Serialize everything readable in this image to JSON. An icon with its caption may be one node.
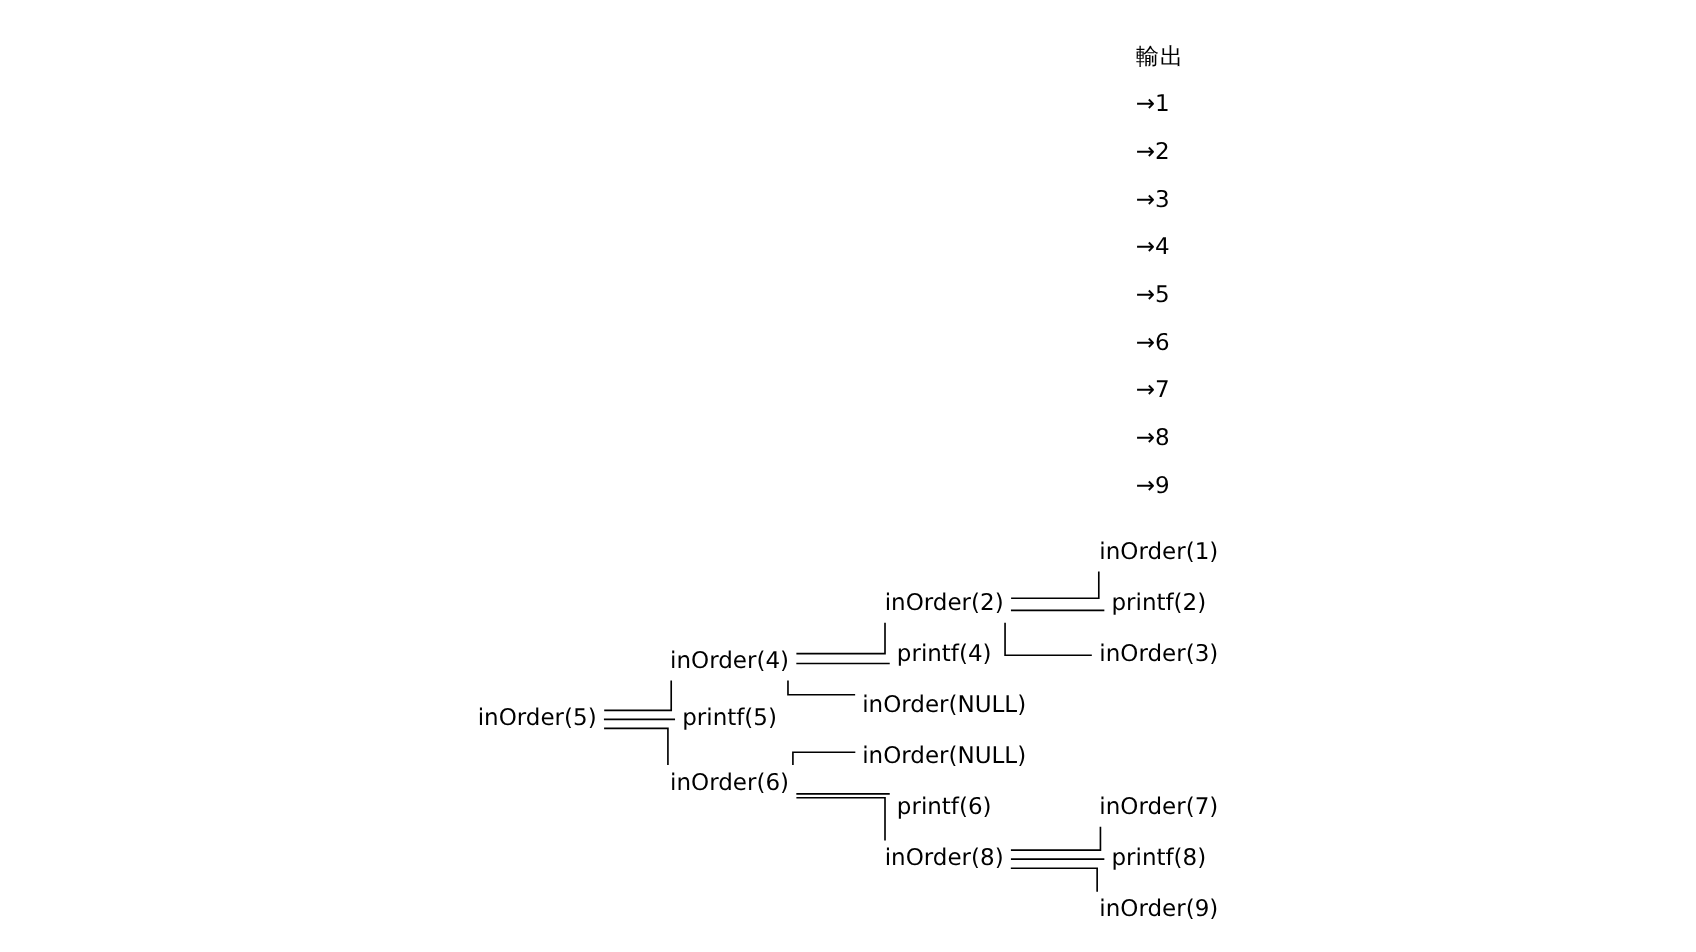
{
  "diagram": {
    "nodes": [
      {
        "text": [
          "inOrder(5)"
        ]
      },
      {
        "text": [
          "inOrder(4)"
        ]
      },
      {
        "text": [
          "inOrder(2)"
        ]
      },
      {
        "text": [
          "inOrder(1)"
        ]
      },
      {
        "text": [
          "printf(2)"
        ]
      },
      {
        "text": [
          "inOrder(3)"
        ]
      },
      {
        "text": [
          "printf(4)"
        ]
      },
      {
        "text": [
          "inOrder(NULL)"
        ]
      },
      {
        "text": [
          "printf(5)"
        ]
      },
      {
        "text": [
          "inOrder(6)"
        ]
      },
      {
        "text": [
          "inOrder(NULL)"
        ]
      },
      {
        "text": [
          "printf(6)"
        ]
      },
      {
        "text": [
          "inOrder(8)"
        ]
      },
      {
        "text": [
          "inOrder(7)"
        ]
      },
      {
        "text": [
          "printf(8)"
        ]
      },
      {
        "text": [
          "inOrder(9)"
        ]
      }
    ],
    "edges": [
      {
        "from": 0,
        "to": 1,
        "arrow": "none"
      },
      {
        "from": 0,
        "to": 8,
        "arrow": "none"
      },
      {
        "from": 0,
        "to": 9,
        "arrow": "none"
      },
      {
        "from": 1,
        "to": 2,
        "arrow": "none"
      },
      {
        "from": 1,
        "to": 6,
        "arrow": "none"
      },
      {
        "from": 1,
        "to": 7,
        "arrow": "none"
      },
      {
        "from": 2,
        "to": 3,
        "arrow": "none"
      },
      {
        "from": 2,
        "to": 4,
        "arrow": "none"
      },
      {
        "from": 2,
        "to": 5,
        "arrow": "none"
      },
      {
        "from": 9,
        "to": 10,
        "arrow": "none"
      },
      {
        "from": 9,
        "to": 11,
        "arrow": "none"
      },
      {
        "from": 9,
        "to": 12,
        "arrow": "none"
      },
      {
        "from": 12,
        "to": 13,
        "arrow": "none"
      },
      {
        "from": 12,
        "to": 14,
        "arrow": "none"
      },
      {
        "from": 12,
        "to": 15,
        "arrow": "none"
      }
    ],
    "labels": [
      "輸出",
      "→1",
      "→2",
      "→3",
      "→4",
      "→5",
      "→6",
      "→7",
      "→8",
      "→9"
    ]
  }
}
